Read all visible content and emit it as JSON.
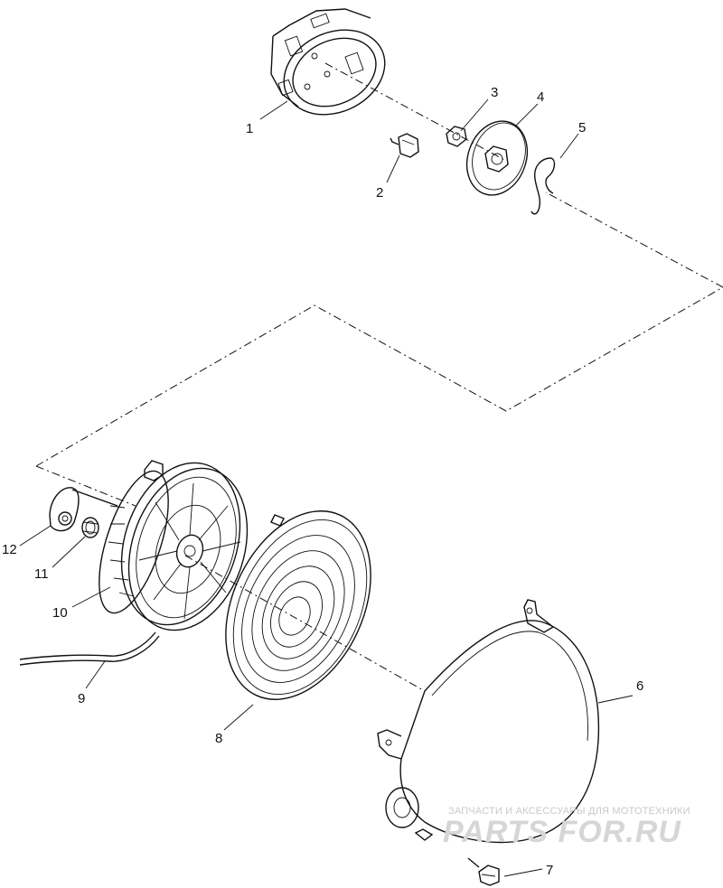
{
  "callouts": {
    "c1": "1",
    "c2": "2",
    "c3": "3",
    "c4": "4",
    "c5": "5",
    "c6": "6",
    "c7": "7",
    "c8": "8",
    "c9": "9",
    "c10": "10",
    "c11": "11",
    "c12": "12"
  },
  "watermark": {
    "tagline": "ЗАПЧАСТИ И АКСЕССУАРЫ ДЛЯ МОТОТЕХНИКИ",
    "brand": "PARTS FOR.RU"
  }
}
